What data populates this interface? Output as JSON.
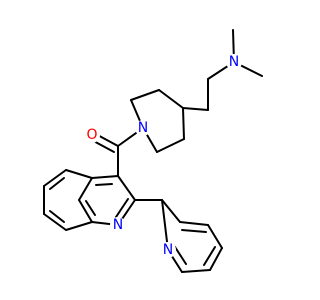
{
  "colors": {
    "bond": "#000000",
    "nitrogen": "#0000ff",
    "oxygen": "#ff0000",
    "background": "#ffffff"
  },
  "atom_labels": {
    "amine_n": "N",
    "piperidine_n": "N",
    "carbonyl_o": "O",
    "quinoline_n": "N",
    "pyridine_n": "N"
  }
}
